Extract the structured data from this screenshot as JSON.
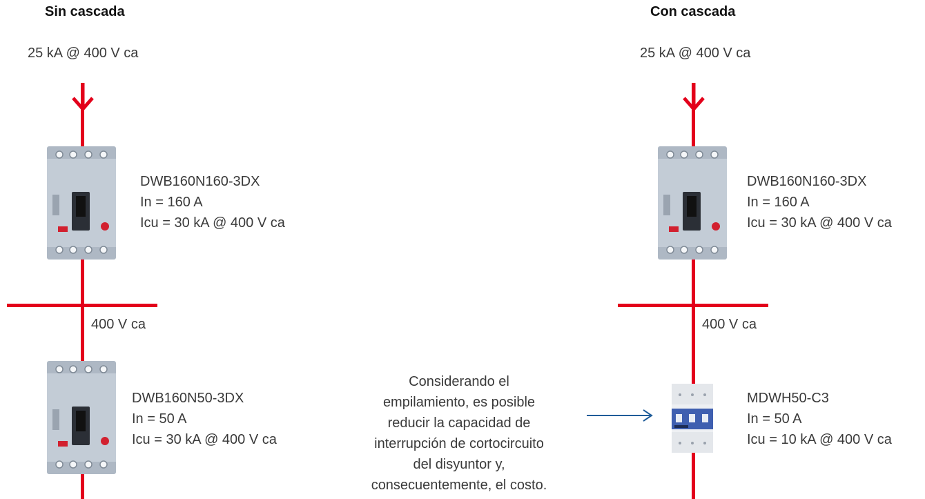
{
  "left": {
    "title": "Sin cascada",
    "supply": "25 kA @ 400 V ca",
    "bus_voltage": "400 V ca",
    "upper_breaker": {
      "model": "DWB160N160-3DX",
      "rating": "In = 160 A",
      "icu": "Icu = 30 kA @ 400 V ca",
      "device_icon": "molded-case-breaker"
    },
    "lower_breaker": {
      "model": "DWB160N50-3DX",
      "rating": "In = 50 A",
      "icu": "Icu = 30 kA @ 400 V ca",
      "device_icon": "molded-case-breaker"
    }
  },
  "right": {
    "title": "Con cascada",
    "supply": "25 kA @ 400 V ca",
    "bus_voltage": "400 V ca",
    "upper_breaker": {
      "model": "DWB160N160-3DX",
      "rating": "In = 160 A",
      "icu": "Icu = 30 kA @ 400 V ca",
      "device_icon": "molded-case-breaker"
    },
    "lower_breaker": {
      "model": "MDWH50-C3",
      "rating": "In = 50 A",
      "icu": "Icu = 10 kA @ 400 V ca",
      "device_icon": "miniature-breaker"
    }
  },
  "note": {
    "lines": [
      "Considerando el",
      "empilamiento, es posible",
      "reducir la capacidad de",
      "interrupción de cortocircuito",
      "del disyuntor y,",
      "consecuentemente, el costo."
    ]
  },
  "colors": {
    "feeder": "#e3001b",
    "note_arrow": "#1f5c99",
    "breaker_body": "#b7c1cd"
  }
}
